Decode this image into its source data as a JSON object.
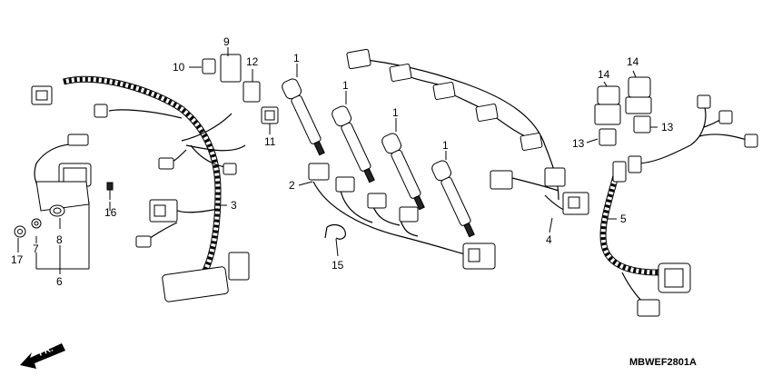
{
  "diagram_code": "MBWEF2801A",
  "direction_label": "FR.",
  "callouts": {
    "c1a": "1",
    "c1b": "1",
    "c1c": "1",
    "c1d": "1",
    "c2": "2",
    "c3": "3",
    "c4": "4",
    "c5": "5",
    "c6": "6",
    "c7": "7",
    "c8": "8",
    "c9": "9",
    "c10": "10",
    "c11": "11",
    "c12": "12",
    "c13a": "13",
    "c13b": "13",
    "c14a": "14",
    "c14b": "14",
    "c15": "15",
    "c16": "16",
    "c17": "17"
  }
}
